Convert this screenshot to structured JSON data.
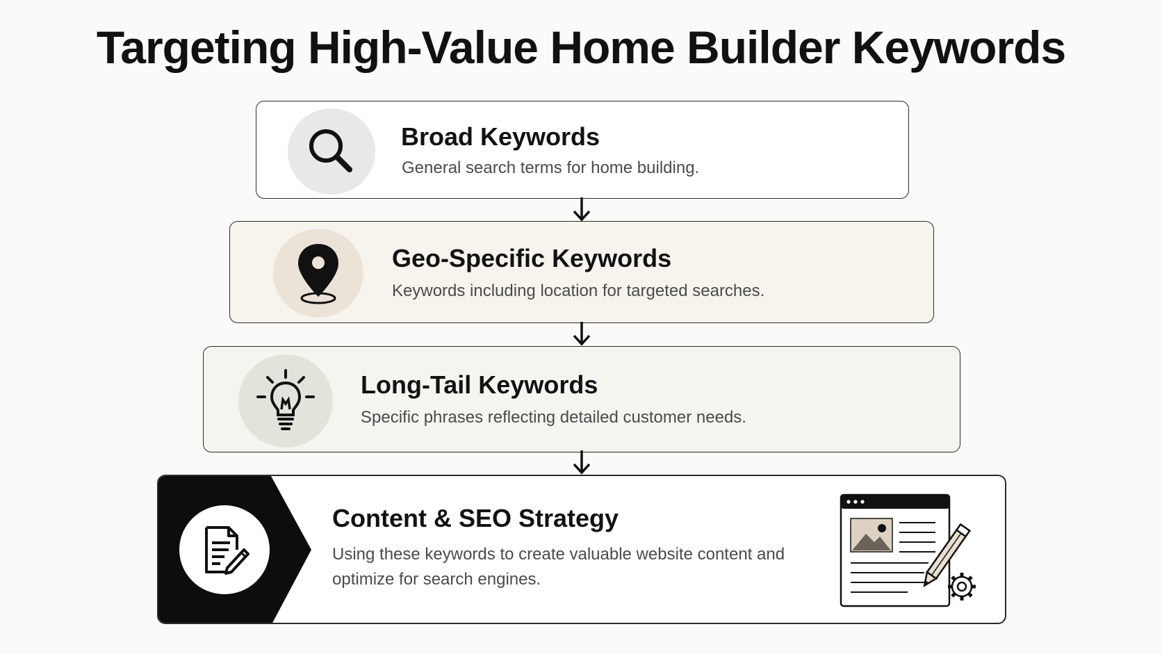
{
  "title": "Targeting High-Value Home Builder Keywords",
  "steps": [
    {
      "title": "Broad Keywords",
      "description": "General search terms for home building.",
      "icon": "magnifying-glass-icon"
    },
    {
      "title": "Geo-Specific Keywords",
      "description": "Keywords including location for targeted searches.",
      "icon": "map-pin-icon"
    },
    {
      "title": "Long-Tail Keywords",
      "description": "Specific phrases reflecting detailed customer needs.",
      "icon": "lightbulb-icon"
    },
    {
      "title": "Content & SEO Strategy",
      "description": "Using these keywords to create valuable website content and optimize for search engines.",
      "icon": "document-edit-icon",
      "illustration": "webpage-editing-illustration"
    }
  ],
  "colors": {
    "card1_bg": "#ffffff",
    "card2_bg": "#f7f4ee",
    "card3_bg": "#f5f5f0",
    "accent_dark": "#0d0d0d"
  }
}
